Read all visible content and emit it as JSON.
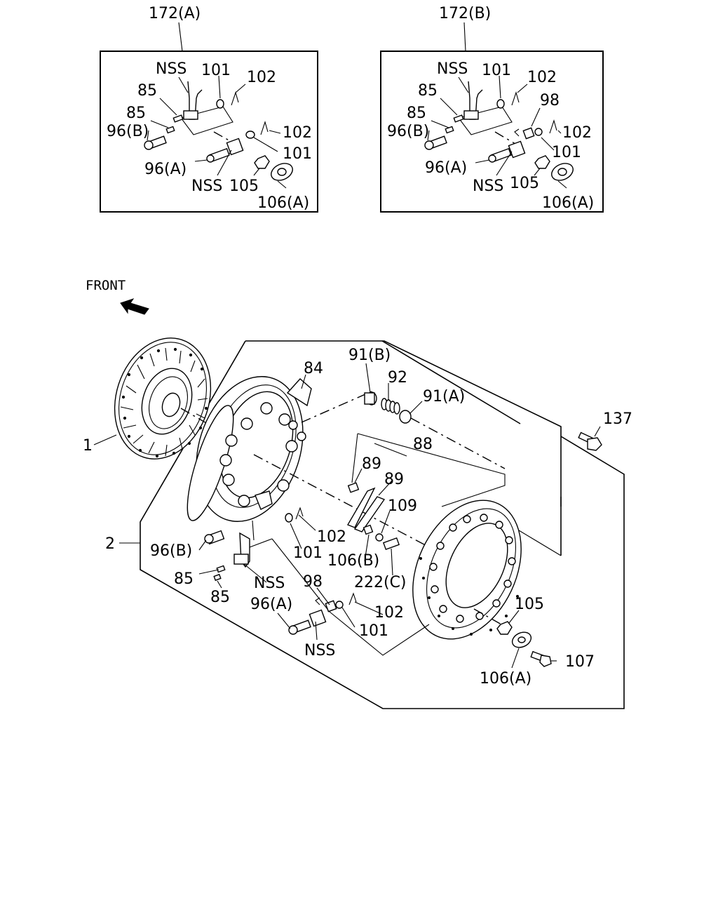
{
  "orientation": {
    "front_label": "FRONT",
    "arrow_icon": "front-arrow-icon"
  },
  "inset_a": {
    "title": "172(A)",
    "labels": [
      "NSS",
      "101",
      "102",
      "85",
      "85",
      "96(B)",
      "102",
      "101",
      "96(A)",
      "NSS",
      "105",
      "106(A)"
    ]
  },
  "inset_b": {
    "title": "172(B)",
    "labels": [
      "NSS",
      "101",
      "102",
      "85",
      "98",
      "85",
      "96(B)",
      "102",
      "101",
      "96(A)",
      "NSS",
      "105",
      "106(A)"
    ]
  },
  "main": {
    "labels": [
      "84",
      "91(B)",
      "92",
      "91(A)",
      "137",
      "88",
      "89",
      "89",
      "109",
      "1",
      "2",
      "102",
      "101",
      "106(B)",
      "222(C)",
      "96(B)",
      "85",
      "NSS",
      "85",
      "98",
      "102",
      "96(A)",
      "101",
      "NSS",
      "105",
      "106(A)",
      "107"
    ]
  }
}
